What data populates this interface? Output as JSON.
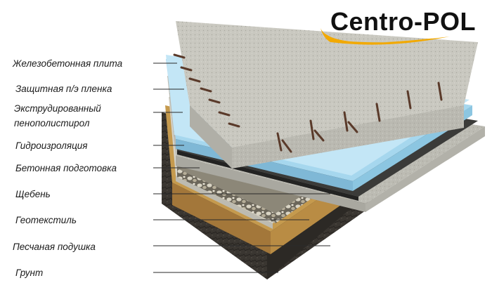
{
  "logo": {
    "text": "Centro-POL",
    "swoosh_color": "#f2a900"
  },
  "layers": [
    {
      "label": "Железобетонная плита",
      "color": "#c8c7bf"
    },
    {
      "label": "Защитная п/э пленка",
      "color": "#9bd3ef"
    },
    {
      "label": "Экструдированный пенополистирол",
      "color": "#8fc3dd"
    },
    {
      "label": "Гидроизроляция",
      "color": "#3a3a38"
    },
    {
      "label": "Бетонная подготовка",
      "color": "#b9b8b0"
    },
    {
      "label": "Щебень",
      "color": "#8a8577"
    },
    {
      "label": "Геотекстиль",
      "color": "#d2d0c6"
    },
    {
      "label": "Песчаная подушка",
      "color": "#b88a3c"
    },
    {
      "label": "Грунт",
      "color": "#3c3833"
    }
  ]
}
